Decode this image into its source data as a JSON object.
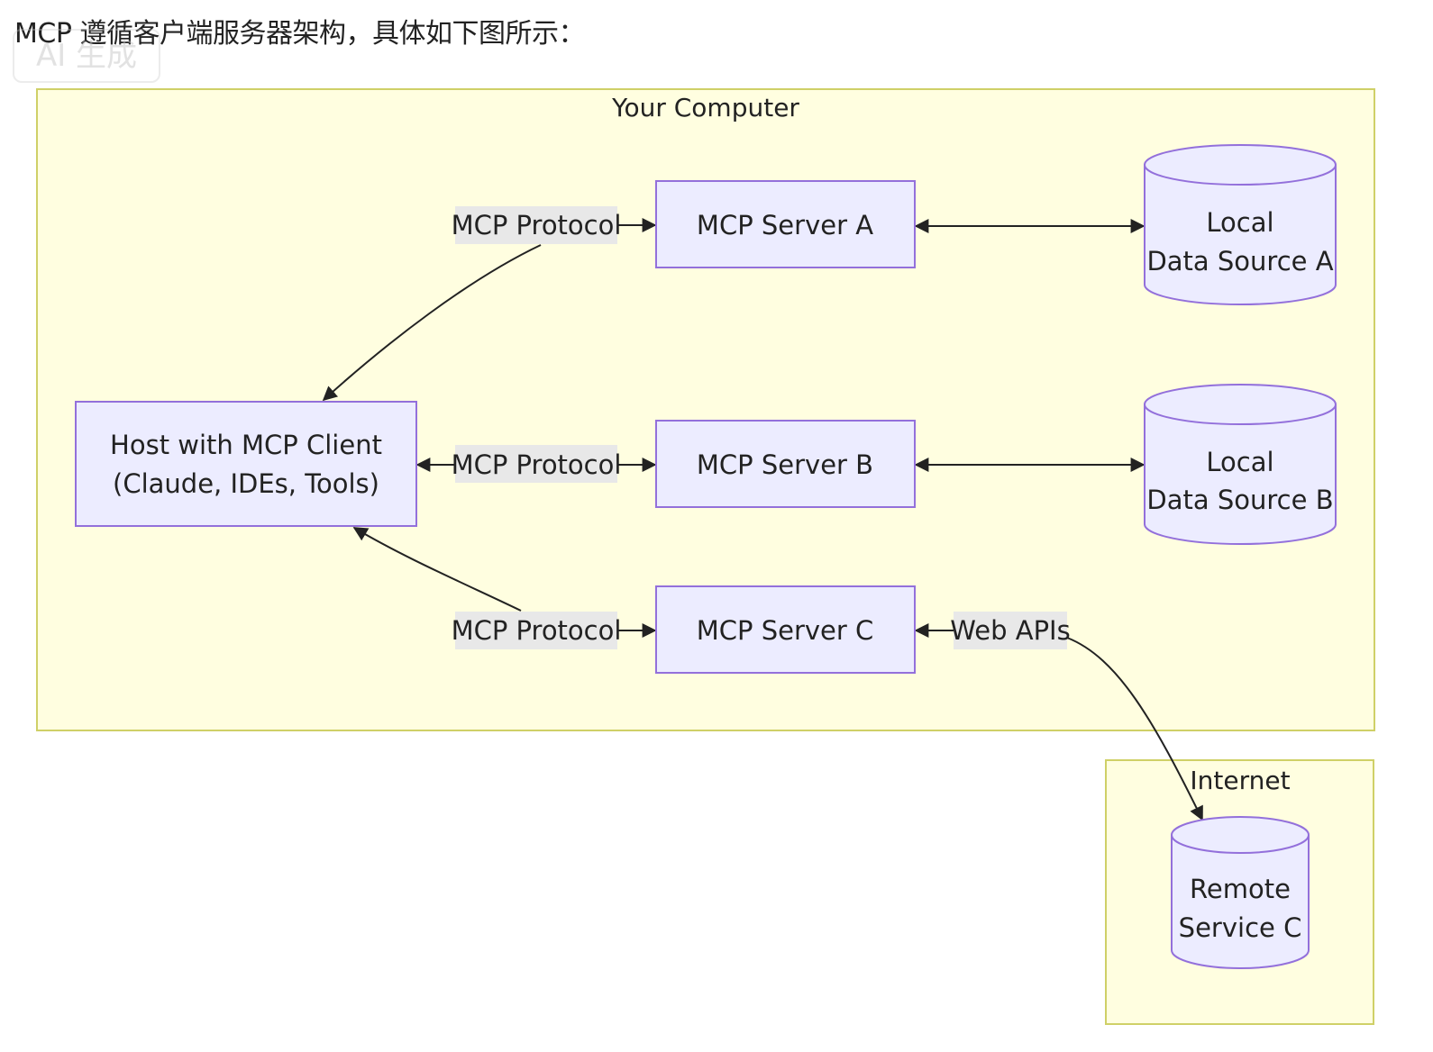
{
  "heading": "MCP 遵循客户端服务器架构，具体如下图所示：",
  "watermark": "AI 生成",
  "colors": {
    "group_fill": "#fffee0",
    "group_stroke": "#cfd067",
    "node_fill": "#ececff",
    "node_stroke": "#9370db",
    "edge": "#333333",
    "edge_label_bg": "#e8e8e8"
  },
  "groups": {
    "computer": "Your Computer",
    "internet": "Internet"
  },
  "nodes": {
    "host": [
      "Host with MCP Client",
      "(Claude, IDEs, Tools)"
    ],
    "server_a": "MCP Server A",
    "server_b": "MCP Server B",
    "server_c": "MCP Server C",
    "data_a": [
      "Local",
      "Data Source A"
    ],
    "data_b": [
      "Local",
      "Data Source B"
    ],
    "remote_c": [
      "Remote",
      "Service C"
    ]
  },
  "edge_labels": {
    "host_a": "MCP Protocol",
    "host_b": "MCP Protocol",
    "host_c": "MCP Protocol",
    "c_remote": "Web APIs"
  }
}
